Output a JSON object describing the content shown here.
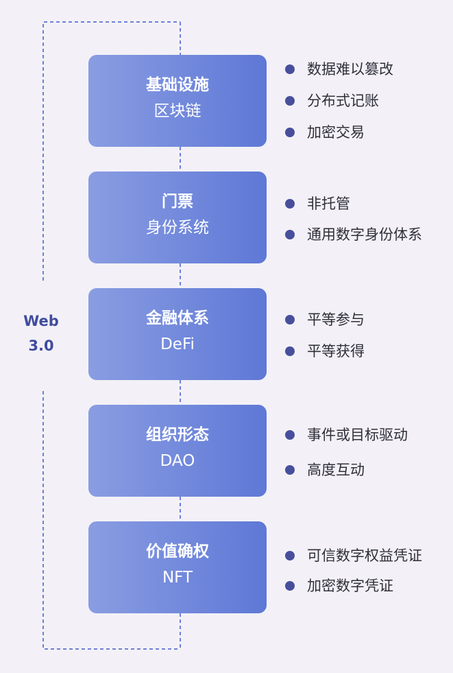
{
  "side_label": [
    "Web",
    "3.0"
  ],
  "colors": {
    "background": "#f3f1f7",
    "card_gradient_start": "#8a9de2",
    "card_gradient_end": "#5e78d6",
    "accent": "#3f4c9e",
    "bullet": "#474f9c",
    "dashed_line": "#6f7fd6"
  },
  "cards": [
    {
      "title": "基础设施",
      "subtitle": "区块链",
      "bullets": [
        "数据难以篡改",
        "分布式记账",
        "加密交易"
      ]
    },
    {
      "title": "门票",
      "subtitle": "身份系统",
      "bullets": [
        "非托管",
        "通用数字身份体系"
      ]
    },
    {
      "title": "金融体系",
      "subtitle": "DeFi",
      "bullets": [
        "平等参与",
        "平等获得"
      ]
    },
    {
      "title": "组织形态",
      "subtitle": "DAO",
      "bullets": [
        "事件或目标驱动",
        "高度互动"
      ]
    },
    {
      "title": "价值确权",
      "subtitle": "NFT",
      "bullets": [
        "可信数字权益凭证",
        "加密数字凭证"
      ]
    }
  ]
}
